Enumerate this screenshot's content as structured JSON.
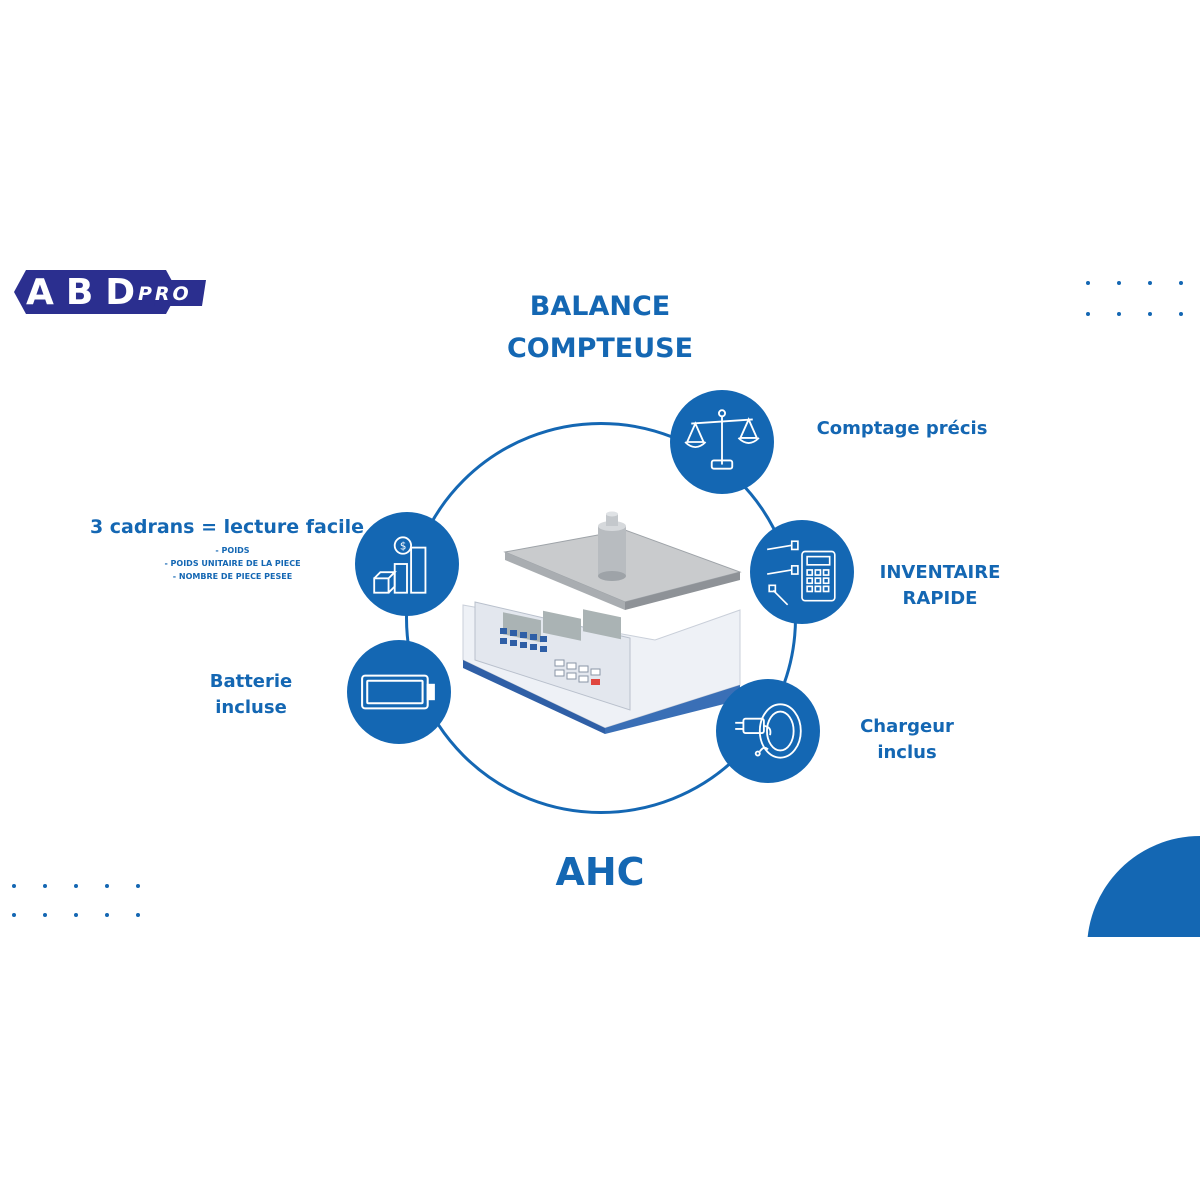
{
  "brand": {
    "logo_text": "ABD",
    "logo_suffix": "PRO",
    "color": "#1467b3"
  },
  "heading": {
    "line1": "BALANCE",
    "line2": "COMPTEUSE"
  },
  "model": "AHC",
  "features": {
    "comptage": {
      "label": "Comptage précis",
      "icon": "balance-scale-icon"
    },
    "cadrans": {
      "label": "3 cadrans = lecture facile",
      "icon": "coins-chart-icon",
      "details": [
        "- POIDS",
        "- POIDS UNITAIRE DE LA PIECE",
        "- NOMBRE DE PIECE PESEE"
      ]
    },
    "inventaire": {
      "line1": "INVENTAIRE",
      "line2": "RAPIDE",
      "icon": "screws-calculator-icon"
    },
    "batterie": {
      "line1": "Batterie",
      "line2": "incluse",
      "icon": "battery-icon"
    },
    "chargeur": {
      "line1": "Chargeur",
      "line2": "inclus",
      "icon": "charger-plug-icon"
    }
  }
}
